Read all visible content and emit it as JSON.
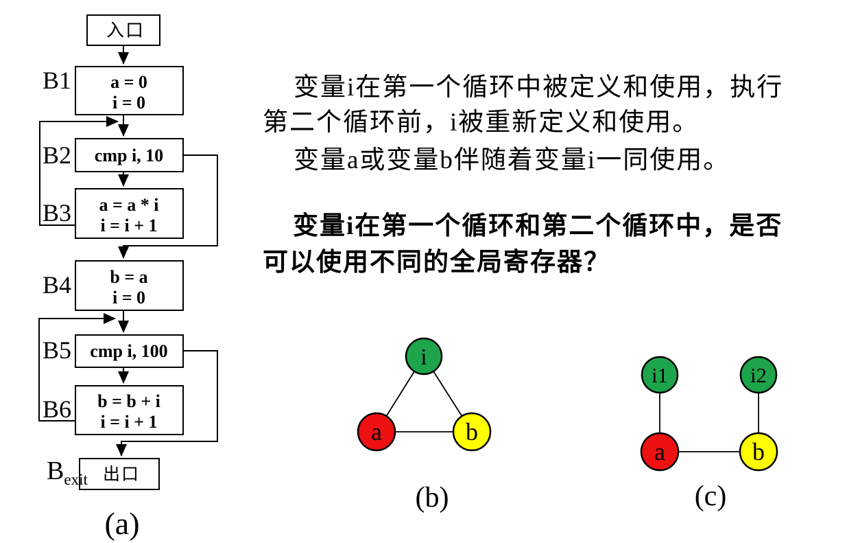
{
  "flowchart": {
    "caption": "(a)",
    "entry_label": "入口",
    "exit_label": "出口",
    "exit_block_name": "B",
    "exit_block_sub": "exit",
    "blocks": [
      {
        "id": "B1",
        "lines": [
          "a = 0",
          "i = 0"
        ]
      },
      {
        "id": "B2",
        "lines": [
          "cmp i, 10"
        ]
      },
      {
        "id": "B3",
        "lines": [
          "a = a * i",
          "i = i + 1"
        ]
      },
      {
        "id": "B4",
        "lines": [
          "b = a",
          "i = 0"
        ]
      },
      {
        "id": "B5",
        "lines": [
          "cmp i, 100"
        ]
      },
      {
        "id": "B6",
        "lines": [
          "b = b + i",
          "i = i + 1"
        ]
      }
    ],
    "edges": [
      "entry->B1",
      "B1->B2",
      "B2->B3",
      "B3->B2(back)",
      "B2->B4",
      "B4->B5",
      "B5->B6",
      "B6->B5(back)",
      "B5->Bexit"
    ]
  },
  "notes": {
    "para1_line1": "变量i在第一个循环中被定义和使用，执行",
    "para1_line2": "第二个循环前，i被重新定义和使用。",
    "para2_line1": "变量a或变量b伴随着变量i一同使用。",
    "question_line1": "变量i在第一个循环和第二个循环中，是否",
    "question_line2": "可以使用不同的全局寄存器？"
  },
  "graph_b": {
    "caption": "(b)",
    "nodes": [
      {
        "label": "i",
        "color": "#1ea54c"
      },
      {
        "label": "a",
        "color": "#ee1111"
      },
      {
        "label": "b",
        "color": "#ffff00"
      }
    ],
    "edges": [
      "i-a",
      "i-b",
      "a-b"
    ]
  },
  "graph_c": {
    "caption": "(c)",
    "nodes": [
      {
        "label": "i1",
        "color": "#1ea54c"
      },
      {
        "label": "i2",
        "color": "#1ea54c"
      },
      {
        "label": "a",
        "color": "#ee1111"
      },
      {
        "label": "b",
        "color": "#ffff00"
      }
    ],
    "edges": [
      "i1-a",
      "i2-b",
      "a-b"
    ]
  },
  "colors": {
    "green": "#1ea54c",
    "red": "#ee1111",
    "yellow": "#ffff00",
    "question_text": "#ee0000",
    "line": "#000000"
  }
}
